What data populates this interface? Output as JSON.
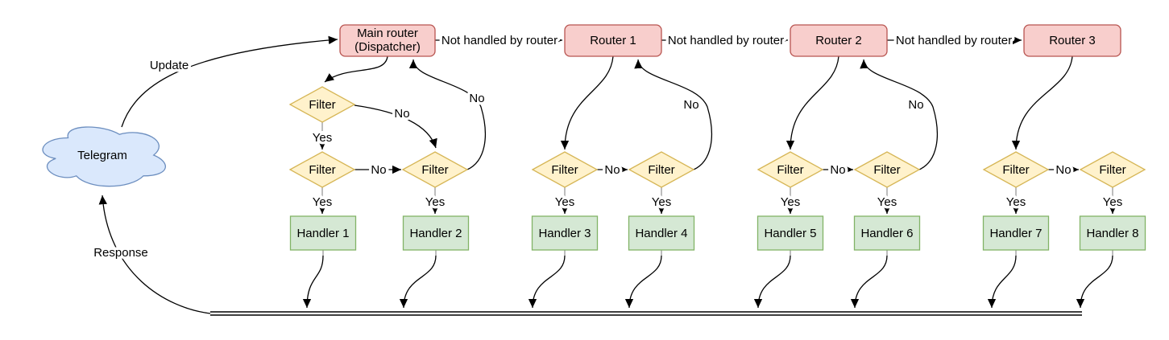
{
  "diagram": {
    "nodes": {
      "telegram": "Telegram",
      "main_router_line1": "Main router",
      "main_router_line2": "(Dispatcher)",
      "routers": [
        "Router 1",
        "Router 2",
        "Router 3"
      ],
      "filter": "Filter",
      "handlers": [
        "Handler 1",
        "Handler 2",
        "Handler 3",
        "Handler 4",
        "Handler 5",
        "Handler 6",
        "Handler 7",
        "Handler 8"
      ]
    },
    "edge_labels": {
      "update": "Update",
      "response": "Response",
      "not_handled": "Not handled by router",
      "yes": "Yes",
      "no": "No"
    },
    "colors": {
      "router_fill": "#f8cecc",
      "router_stroke": "#b85450",
      "filter_fill": "#fff2cc",
      "filter_stroke": "#d6b656",
      "handler_fill": "#d5e8d4",
      "handler_stroke": "#82b366",
      "cloud_fill": "#dae8fc",
      "cloud_stroke": "#6c8ebf",
      "edge": "#000000",
      "stub": "#999999"
    }
  }
}
